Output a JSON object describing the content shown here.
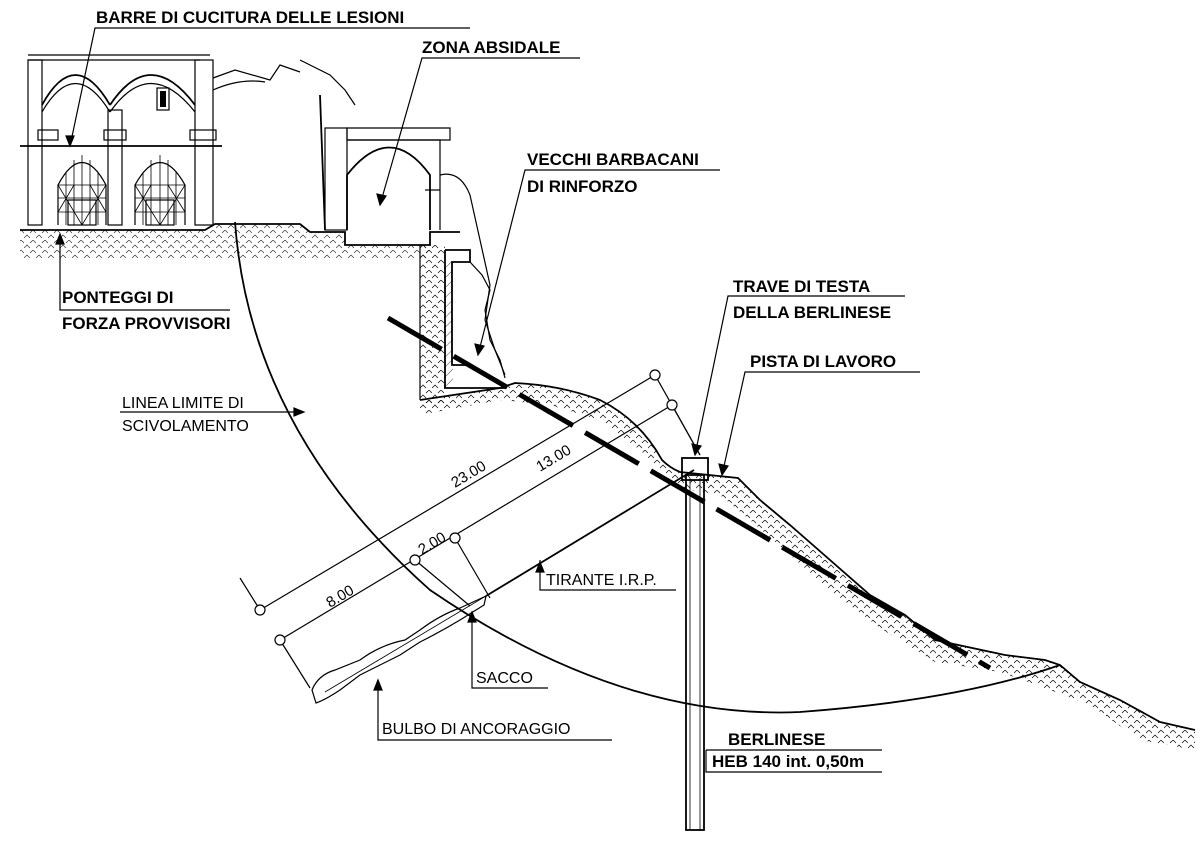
{
  "labels": {
    "barre": "BARRE DI CUCITURA DELLE LESIONI",
    "zona": "ZONA ABSIDALE",
    "vecchi_1": "VECCHI BARBACANI",
    "vecchi_2": "DI RINFORZO",
    "trave_1": "TRAVE DI TESTA",
    "trave_2": "DELLA BERLINESE",
    "pista": "PISTA DI LAVORO",
    "ponteggi_1": "PONTEGGI DI",
    "ponteggi_2": "FORZA PROVVISORI",
    "linea_1": "LINEA LIMITE DI",
    "linea_2": "SCIVOLAMENTO",
    "tirante": "TIRANTE I.R.P.",
    "sacco": "SACCO",
    "bulbo": "BULBO DI ANCORAGGIO",
    "berlinese_1": "BERLINESE",
    "berlinese_2": "HEB 140 int. 0,50m"
  },
  "dimensions": {
    "d23": "23.00",
    "d13": "13.00",
    "d8": "8.00",
    "d2": "2.00"
  }
}
